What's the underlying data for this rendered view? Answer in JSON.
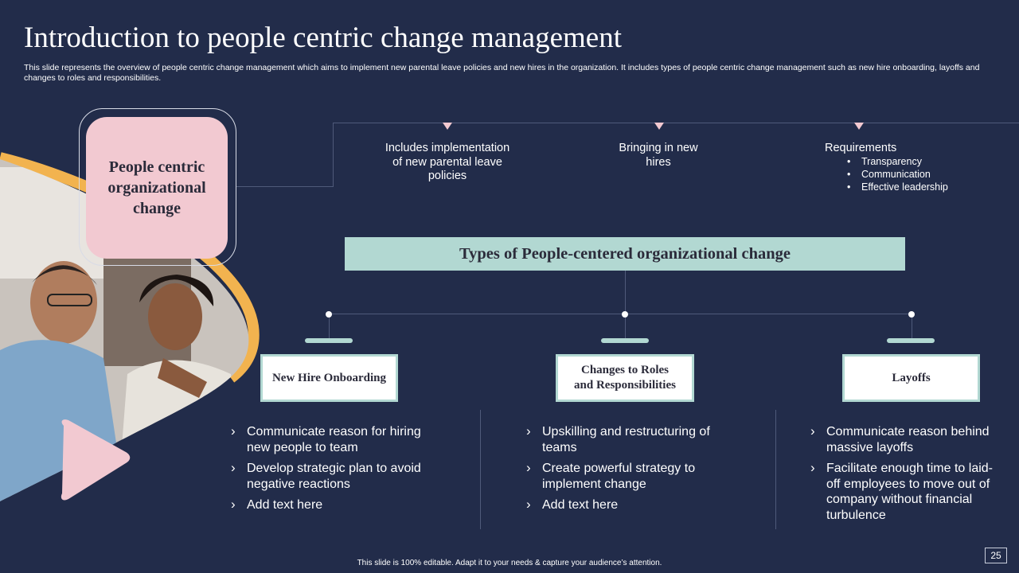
{
  "slide": {
    "title": "Introduction to people centric change management",
    "subtitle": "This slide represents the overview of people centric change management which aims to implement new parental leave policies and new hires in the organization. It includes types of people centric change management such as new hire onboarding, layoffs and changes to roles and responsibilities.",
    "center_card": "People centric organizational change",
    "top_items": [
      {
        "text": "Includes implementation of new parental leave policies"
      },
      {
        "text": "Bringing in new hires"
      }
    ],
    "requirements": {
      "title": "Requirements",
      "items": [
        "Transparency",
        "Communication",
        "Effective leadership"
      ]
    },
    "types_banner": "Types of People-centered organizational change",
    "columns": [
      {
        "heading": "New Hire Onboarding",
        "bullets": [
          "Communicate reason for hiring new people to team",
          "Develop strategic plan to avoid negative reactions",
          "Add text here"
        ]
      },
      {
        "heading": "Changes to Roles and Responsibilities",
        "bullets": [
          "Upskilling and restructuring of teams",
          "Create powerful strategy to implement change",
          "Add text here"
        ]
      },
      {
        "heading": "Layoffs",
        "bullets": [
          "Communicate reason behind massive layoffs",
          "Facilitate enough time to laid-off employees to move out of company without financial turbulence"
        ]
      }
    ],
    "footer": "This slide is 100% editable. Adapt it to your needs & capture your audience’s attention.",
    "page_number": "25"
  },
  "colors": {
    "background": "#222c4a",
    "pink": "#f2c9d1",
    "mint": "#b2d8d2",
    "orange_swoosh": "#f2b34f"
  },
  "icons": {
    "photo": "people-photo",
    "play": "play-icon"
  }
}
